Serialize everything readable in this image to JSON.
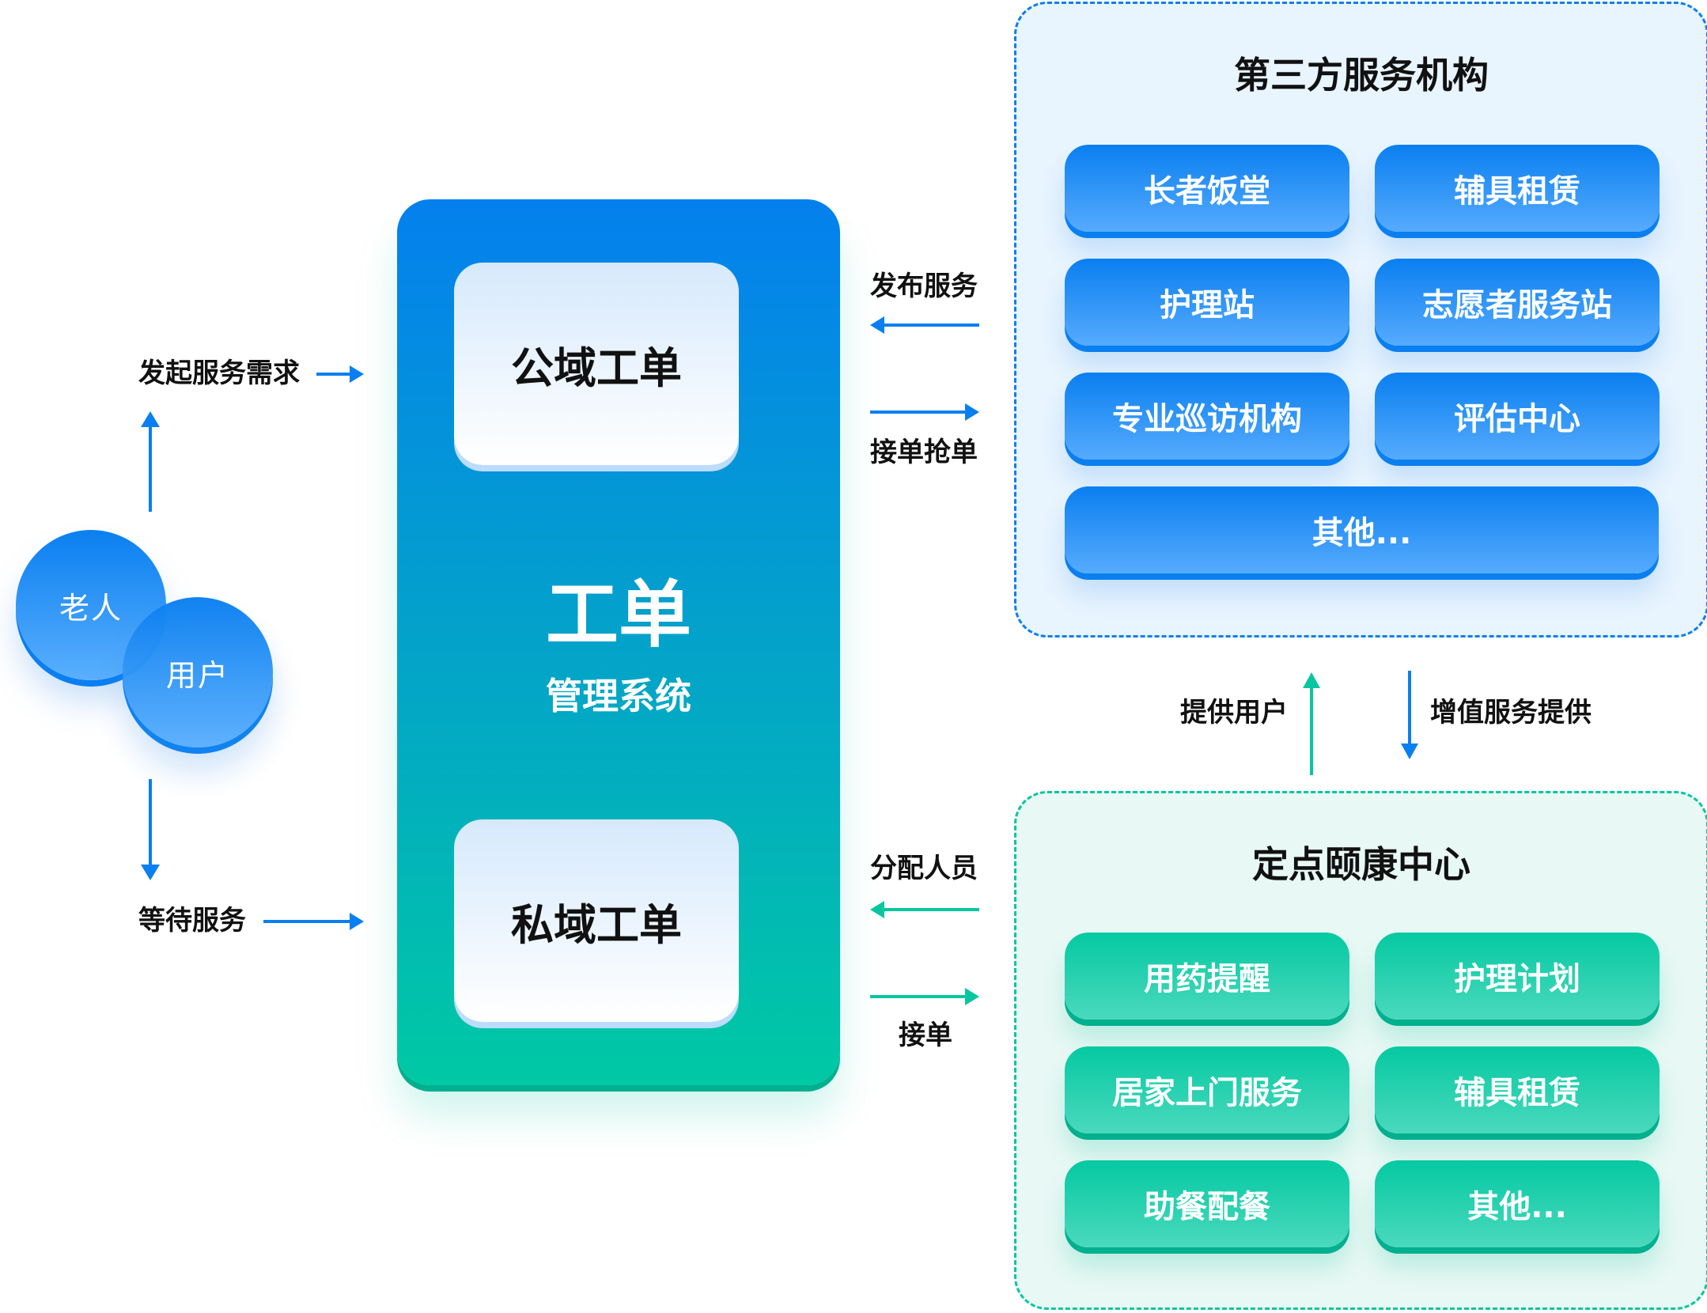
{
  "colors": {
    "blue_accent": "#0a7ff0",
    "green_accent": "#08c6a0",
    "panel_top": "#0480ee",
    "panel_bottom": "#00c9a4"
  },
  "users": {
    "elderly": "老人",
    "user": "用户",
    "initiate_label": "发起服务需求",
    "wait_label": "等待服务"
  },
  "panel": {
    "public_card": "公域工单",
    "title": "工单",
    "subtitle": "管理系统",
    "private_card": "私域工单"
  },
  "flows": {
    "publish_service": "发布服务",
    "grab_order": "接单抢单",
    "assign_staff": "分配人员",
    "accept_order": "接单",
    "provide_users": "提供用户",
    "value_added": "增值服务提供"
  },
  "third_party": {
    "title": "第三方服务机构",
    "items": [
      "长者饭堂",
      "辅具租赁",
      "护理站",
      "志愿者服务站",
      "专业巡访机构",
      "评估中心"
    ],
    "other": "其他..."
  },
  "care_center": {
    "title": "定点颐康中心",
    "items": [
      "用药提醒",
      "护理计划",
      "居家上门服务",
      "辅具租赁",
      "助餐配餐",
      "其他..."
    ]
  }
}
